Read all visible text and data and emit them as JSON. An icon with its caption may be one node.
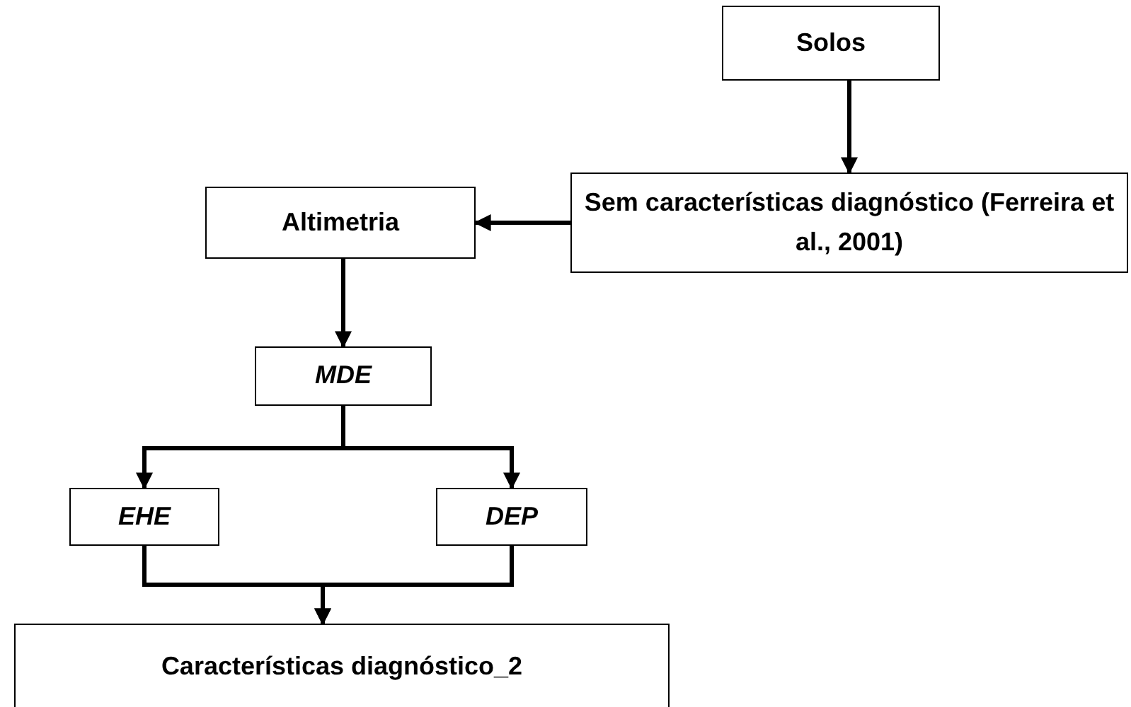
{
  "diagram": {
    "nodes": [
      {
        "text": [
          "Solos"
        ]
      },
      {
        "text": [
          "Sem características diagnóstico (Ferreira et al., 2001)"
        ]
      },
      {
        "text": [
          "Altimetria"
        ]
      },
      {
        "text": [
          "MDE"
        ]
      },
      {
        "text": [
          "EHE"
        ]
      },
      {
        "text": [
          "DEP"
        ]
      },
      {
        "text": [
          "Características diagnóstico_2"
        ]
      }
    ],
    "edges": [
      {
        "from": 0,
        "to": 1,
        "arrow": "to"
      },
      {
        "from": 1,
        "to": 2,
        "arrow": "to"
      },
      {
        "from": 2,
        "to": 3,
        "arrow": "to"
      },
      {
        "from": 3,
        "to": 4,
        "arrow": "to"
      },
      {
        "from": 3,
        "to": 5,
        "arrow": "to"
      },
      {
        "from": 4,
        "to": 6,
        "arrow": "to"
      },
      {
        "from": 5,
        "to": 6,
        "arrow": "to"
      }
    ]
  }
}
